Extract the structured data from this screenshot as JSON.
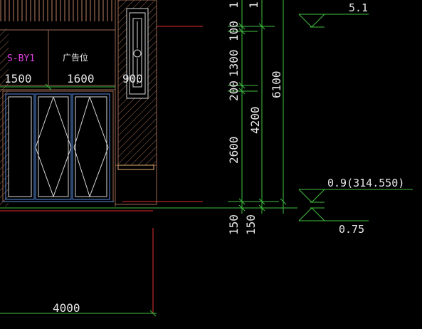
{
  "colors": {
    "background": "#000000",
    "wall_hatch": "#9b6a52",
    "dim_line": "#3fbf3f",
    "text": "#e8e8e8",
    "magenta": "#e040e0",
    "red": "#e03030",
    "blue": "#5a8ee0",
    "white": "#d8d8d8"
  },
  "labels": {
    "s_by1": "S-BY1",
    "ad_position": "广告位"
  },
  "horizontal_dims": {
    "d1500": "1500",
    "d1600": "1600",
    "d900": "900",
    "d4000": "4000"
  },
  "vertical_dims_col1": {
    "top": "1",
    "d100": "100",
    "d1300": "1300",
    "d200": "200",
    "d2600": "2600",
    "d150": "150"
  },
  "vertical_dims_col2": {
    "top": "1",
    "d4200": "4200",
    "d150": "150"
  },
  "vertical_dims_col3": {
    "d6100": "6100"
  },
  "elevations": {
    "top": "5.1",
    "floor": "0.9(314.550)",
    "ground": "0.75"
  }
}
